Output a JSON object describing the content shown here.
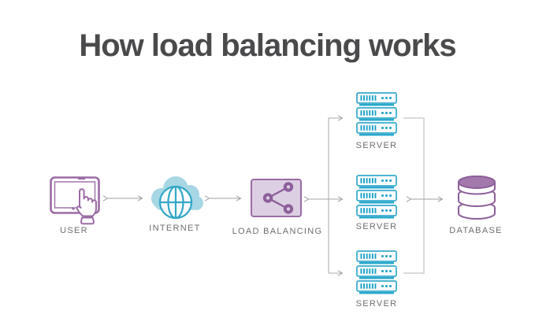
{
  "title": "How load balancing works",
  "diagram": {
    "nodes": [
      {
        "id": "user",
        "label": "USER",
        "icon": "tablet-touch-icon"
      },
      {
        "id": "internet",
        "label": "INTERNET",
        "icon": "cloud-globe-icon"
      },
      {
        "id": "load-balancing",
        "label": "LOAD BALANCING",
        "icon": "share-network-icon"
      },
      {
        "id": "server-top",
        "label": "SERVER",
        "icon": "server-stack-icon"
      },
      {
        "id": "server-middle",
        "label": "SERVER",
        "icon": "server-stack-icon"
      },
      {
        "id": "server-bottom",
        "label": "SERVER",
        "icon": "database-cylinder-icon"
      },
      {
        "id": "database",
        "label": "DATABASE",
        "icon": "database-cylinder-icon"
      }
    ],
    "edges": [
      {
        "from": "user",
        "to": "internet",
        "style": "double-arrow"
      },
      {
        "from": "internet",
        "to": "load-balancing",
        "style": "double-arrow"
      },
      {
        "from": "load-balancing",
        "to": "server-top",
        "style": "arrow"
      },
      {
        "from": "load-balancing",
        "to": "server-middle",
        "style": "double-arrow"
      },
      {
        "from": "load-balancing",
        "to": "server-bottom",
        "style": "arrow"
      },
      {
        "from": "server-top",
        "to": "database",
        "style": "line"
      },
      {
        "from": "server-middle",
        "to": "database",
        "style": "double-arrow"
      },
      {
        "from": "server-bottom",
        "to": "database",
        "style": "line"
      }
    ],
    "colors": {
      "title_gray": "#4a4a4c",
      "label_gray": "#6d6e71",
      "purple_stroke": "#9a6ba4",
      "purple_dark": "#8d5f9b",
      "purple_fill": "#dccfe3",
      "database_top_fill": "#a379ad",
      "teal_stroke": "#4fb4d2",
      "teal_dark": "#189fc6",
      "teal_base": "#2aa9cd",
      "cloud_fill": "#a7d7e5",
      "arrow_gray": "#9fa1a4",
      "bracket_gray": "#cdced0"
    }
  }
}
